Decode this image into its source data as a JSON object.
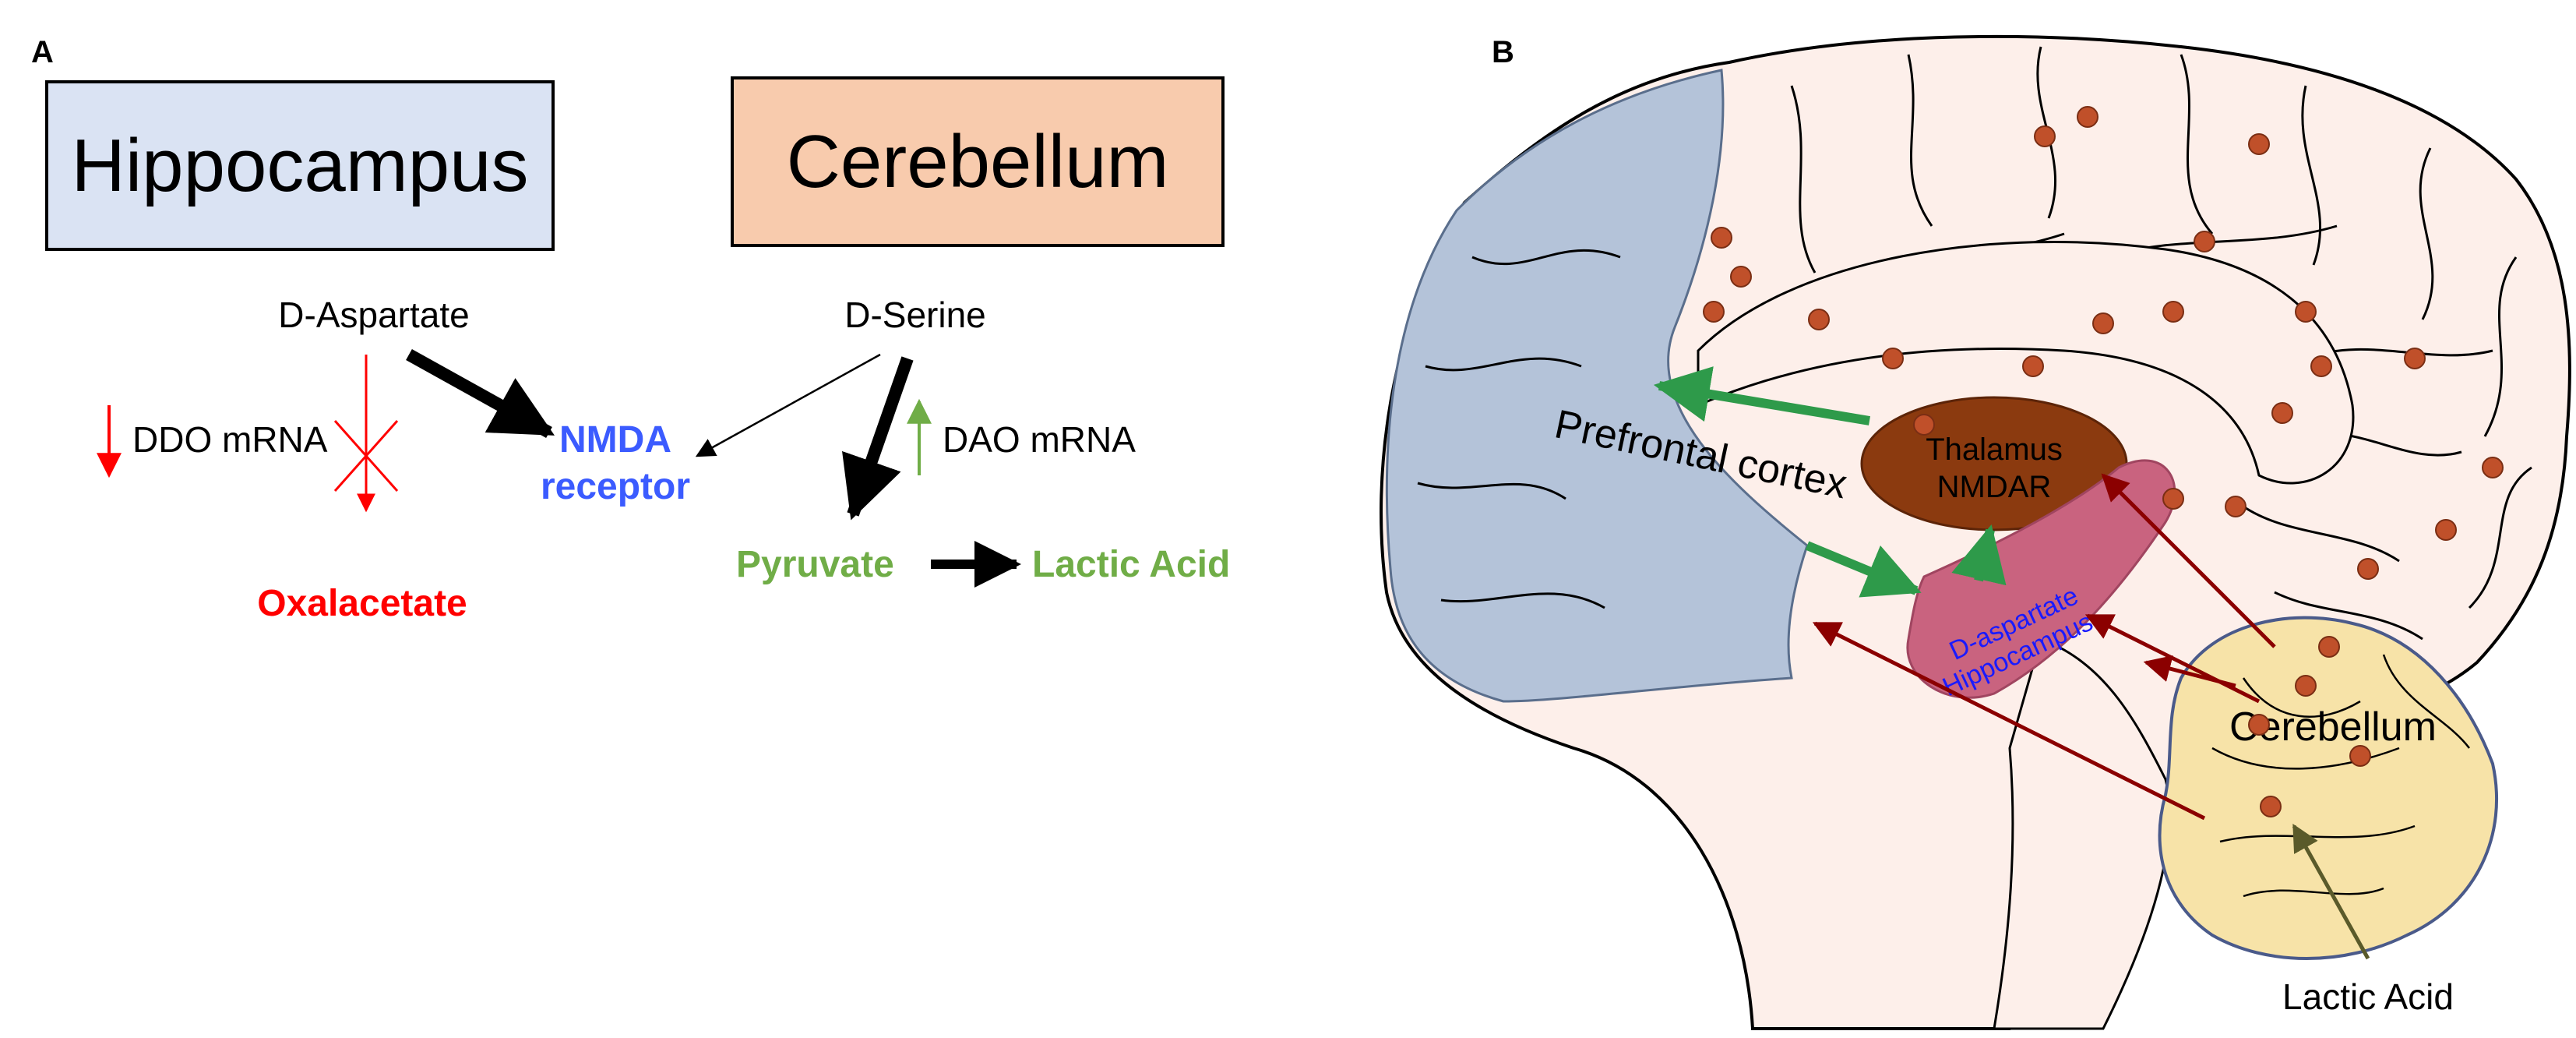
{
  "panel_a": {
    "letter": "A",
    "hippocampus_label": "Hippocampus",
    "cerebellum_label": "Cerebellum",
    "d_aspartate": "D-Aspartate",
    "d_serine": "D-Serine",
    "ddo_mrna": "DDO mRNA",
    "dao_mrna": "DAO mRNA",
    "nmda_line1": "NMDA",
    "nmda_line2": "receptor",
    "oxalacetate": "Oxalacetate",
    "pyruvate": "Pyruvate",
    "lactic_acid": "Lactic Acid"
  },
  "panel_b": {
    "letter": "B",
    "prefrontal_cortex": "Prefrontal cortex",
    "thalamus_line1": "Thalamus",
    "thalamus_line2": "NMDAR",
    "hippo_line1": "D-aspartate",
    "hippo_line2": "Hippocampus",
    "cerebellum": "Cerebellum",
    "lactic_acid": "Lactic Acid"
  },
  "colors": {
    "hippocampus_box": "#dae3f3",
    "cerebellum_box": "#f8cbad",
    "nmda_text": "#3b5bff",
    "oxalacetate_text": "#ff0000",
    "metabolite_text": "#70ad47",
    "brain_fill": "#fdefea",
    "prefrontal_fill": "#b4c3d9",
    "thalamus_fill": "#8b3a0f",
    "thalamus_text": "#ffd700",
    "hippocampus_fill": "#c9637f",
    "hippocampus_text": "#1a1aff",
    "cerebellum_fill": "#f7e3a8",
    "dot_fill": "#c0502a",
    "green_arrow": "#2e9a4a",
    "dark_red_arrow": "#8b0000"
  }
}
